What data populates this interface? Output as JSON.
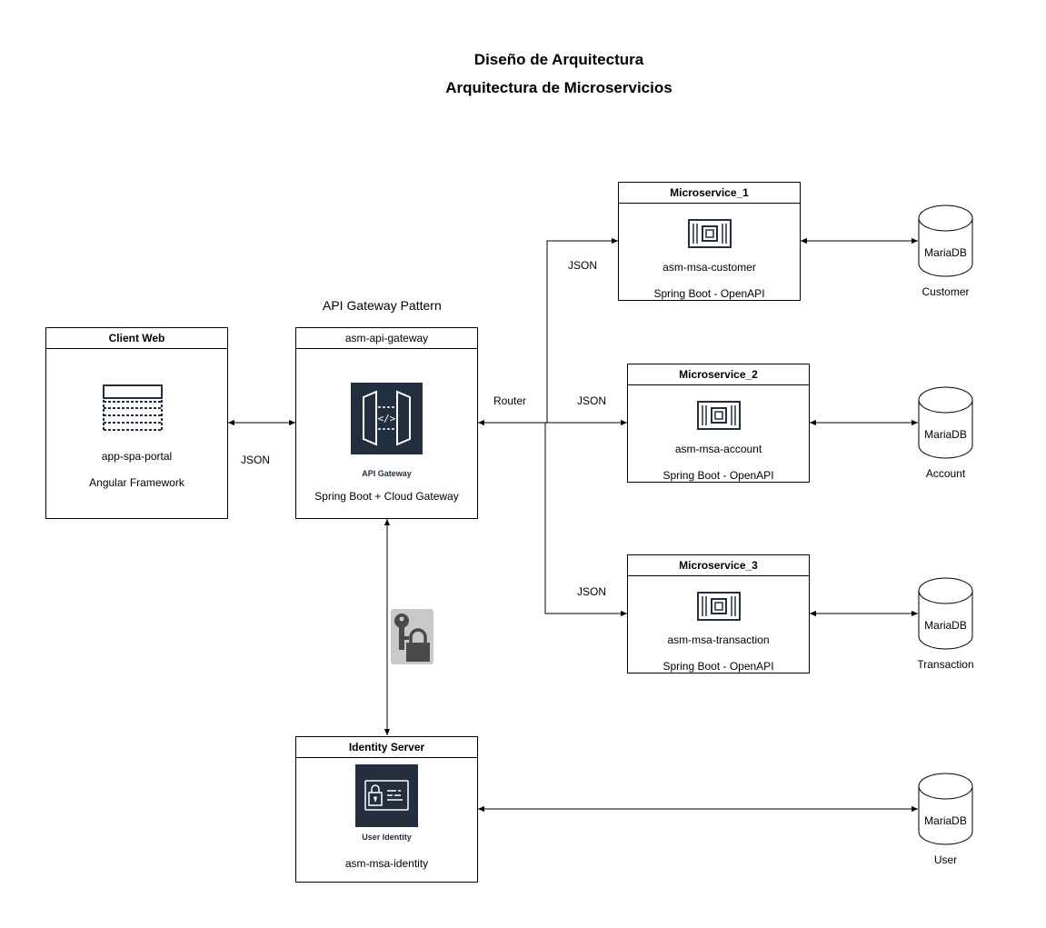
{
  "titles": {
    "line1": "Diseño de Arquitectura",
    "line2": "Arquitectura de Microservicios"
  },
  "pattern_label": "API Gateway Pattern",
  "client": {
    "header": "Client Web",
    "name": "app-spa-portal",
    "tech": "Angular Framework"
  },
  "gateway": {
    "header": "asm-api-gateway",
    "icon_caption": "API Gateway",
    "tech": "Spring Boot + Cloud Gateway"
  },
  "identity": {
    "header": "Identity Server",
    "icon_caption": "User Identity",
    "name": "asm-msa-identity"
  },
  "microservices": [
    {
      "header": "Microservice_1",
      "name": "asm-msa-customer",
      "tech": "Spring Boot - OpenAPI"
    },
    {
      "header": "Microservice_2",
      "name": "asm-msa-account",
      "tech": "Spring Boot - OpenAPI"
    },
    {
      "header": "Microservice_3",
      "name": "asm-msa-transaction",
      "tech": "Spring Boot - OpenAPI"
    }
  ],
  "databases": [
    {
      "engine": "MariaDB",
      "label": "Customer"
    },
    {
      "engine": "MariaDB",
      "label": "Account"
    },
    {
      "engine": "MariaDB",
      "label": "Transaction"
    },
    {
      "engine": "MariaDB",
      "label": "User"
    }
  ],
  "edge_labels": {
    "client_gateway": "JSON",
    "router": "Router",
    "ms1": "JSON",
    "ms2": "JSON",
    "ms3": "JSON"
  },
  "colors": {
    "icon_dark": "#232f3e",
    "security_icon_bg": "#c9c9c9",
    "security_icon_fg": "#4a4a4a"
  },
  "icons": [
    "web-page-icon",
    "api-gateway-icon",
    "cpu-chip-icon",
    "identity-card-icon",
    "key-lock-icon",
    "database-icon"
  ]
}
